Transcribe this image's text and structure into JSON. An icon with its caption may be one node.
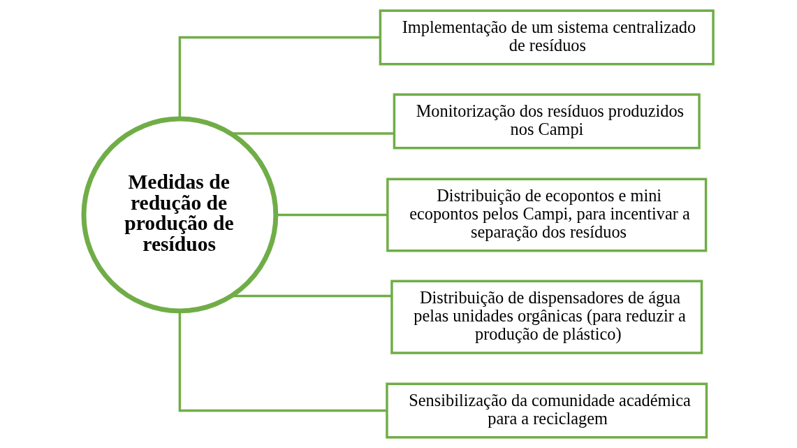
{
  "diagram": {
    "nodes": [
      {
        "text": [
          "Medidas de redução de produção de resíduos"
        ]
      },
      {
        "text": [
          "Implementação de um sistema centralizado de resíduos"
        ]
      },
      {
        "text": [
          "Monitorização dos resíduos produzidos nos Campi"
        ]
      },
      {
        "text": [
          "Distribuição de ecopontos e mini ecopontos pelos Campi, para incentivar a separação dos resíduos"
        ]
      },
      {
        "text": [
          "Distribuição de dispensadores de água pelas unidades orgânicas (para reduzir a produção de plástico)"
        ]
      },
      {
        "text": [
          "Sensibilização da comunidade académica para a reciclagem"
        ]
      }
    ],
    "edges": [
      {
        "from": 0,
        "to": 1,
        "arrow": "none"
      },
      {
        "from": 0,
        "to": 2,
        "arrow": "none"
      },
      {
        "from": 0,
        "to": 3,
        "arrow": "none"
      },
      {
        "from": 0,
        "to": 4,
        "arrow": "none"
      },
      {
        "from": 0,
        "to": 5,
        "arrow": "none"
      }
    ]
  }
}
